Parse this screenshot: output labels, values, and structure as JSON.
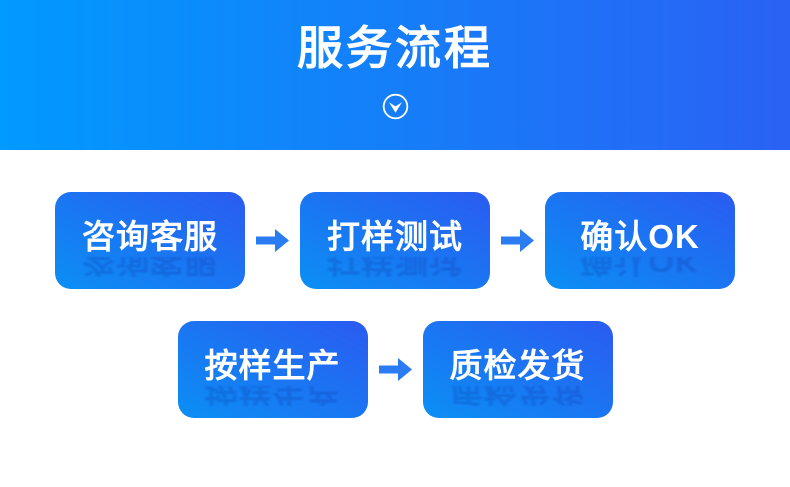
{
  "banner": {
    "title": "服务流程"
  },
  "flow": {
    "rows": [
      {
        "steps": [
          "咨询客服",
          "打样测试",
          "确认OK"
        ]
      },
      {
        "steps": [
          "按样生产",
          "质检发货"
        ]
      }
    ]
  },
  "icons": {
    "banner_icon": "chevron-down-circle-icon",
    "step_arrow": "arrow-right-icon"
  },
  "colors": {
    "banner_gradient_left": "#019AFE",
    "banner_gradient_right": "#2A62F4",
    "box_gradient_light": "#0B8FF4",
    "box_gradient_dark": "#2B5BF1",
    "arrow_blue": "#2B7BF3",
    "text_white": "#FFFFFF"
  }
}
